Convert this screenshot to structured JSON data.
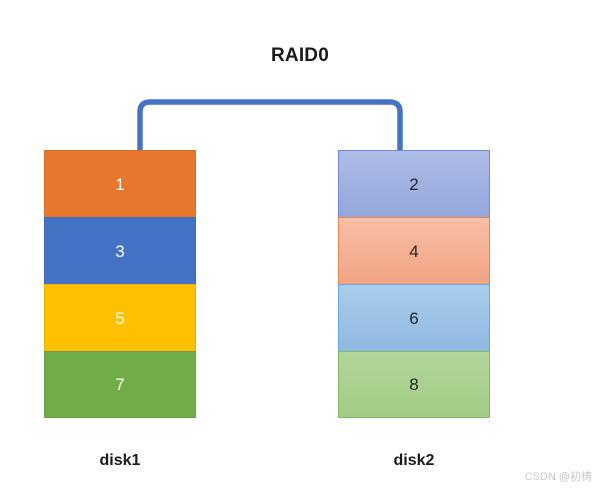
{
  "diagram": {
    "title": "RAID0",
    "type": "raid-striping-diagram",
    "connector": {
      "name": "raid-bracket",
      "color": "#4472C4"
    },
    "disks": [
      {
        "id": "disk1",
        "caption": "disk1",
        "blocks": [
          {
            "label": "1",
            "color": "#E8772E",
            "text_color": "#FFFFFF"
          },
          {
            "label": "3",
            "color": "#4472C4",
            "text_color": "#FFFFFF"
          },
          {
            "label": "5",
            "color": "#FFC000",
            "text_color": "#FFFFFF"
          },
          {
            "label": "7",
            "color": "#70AD47",
            "text_color": "#FFFFFF"
          }
        ]
      },
      {
        "id": "disk2",
        "caption": "disk2",
        "blocks": [
          {
            "label": "2",
            "color": "#A3B3E0",
            "text_color": "#262626"
          },
          {
            "label": "4",
            "color": "#F5B094",
            "text_color": "#262626"
          },
          {
            "label": "6",
            "color": "#9DC3E6",
            "text_color": "#262626"
          },
          {
            "label": "8",
            "color": "#A9D08E",
            "text_color": "#262626"
          }
        ]
      }
    ]
  },
  "watermark": {
    "text": "CSDN @初梼"
  }
}
